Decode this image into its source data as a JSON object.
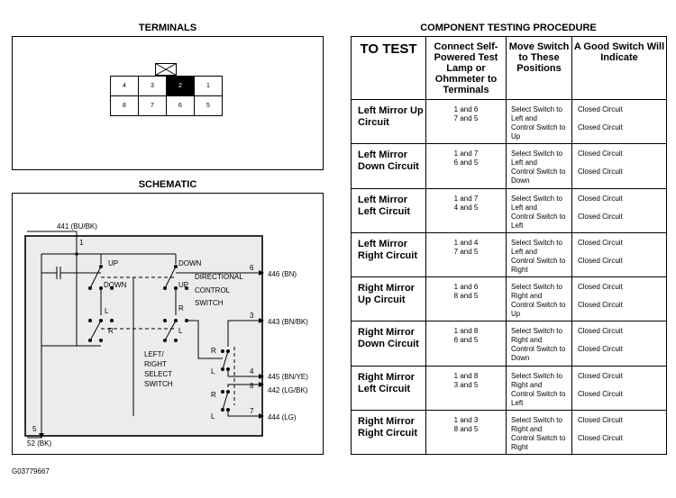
{
  "terminals": {
    "title": "TERMINALS",
    "top_row": [
      "4",
      "3",
      "2",
      "1"
    ],
    "bottom_row": [
      "8",
      "7",
      "6",
      "5"
    ],
    "highlighted": "2"
  },
  "schematic": {
    "title": "SCHEMATIC",
    "wires": {
      "w441": "441 (BU/BK)",
      "w446": "446 (BN)",
      "w443": "443 (BN/BK)",
      "w445": "445 (BN/YE)",
      "w442": "442 (LG/BK)",
      "w444": "444 (LG)",
      "w52": "52 (BK)"
    },
    "pins": {
      "p1": "1",
      "p6": "6",
      "p3": "3",
      "p4": "4",
      "p8": "8",
      "p7": "7",
      "p5": "5"
    },
    "labels": {
      "up1": "UP",
      "down1": "DOWN",
      "down2": "DOWN",
      "up2": "UP",
      "l1": "L",
      "r1": "R",
      "r2": "R",
      "l2": "L",
      "dir1": "DIRECTIONAL",
      "dir2": "CONTROL",
      "dir3": "SWITCH",
      "sel1": "LEFT/",
      "sel2": "RIGHT",
      "sel3": "SELECT",
      "sel4": "SWITCH",
      "r3": "R",
      "l3": "L",
      "r4": "R",
      "l4": "L"
    }
  },
  "procedure": {
    "title": "COMPONENT TESTING PROCEDURE",
    "headers": {
      "to_test": "TO TEST",
      "connect": "Connect Self-Powered Test Lamp or Ohmmeter to Terminals",
      "move": "Move Switch to These Positions",
      "indicate": "A Good Switch Will Indicate"
    },
    "rows": [
      {
        "test": "Left Mirror Up Circuit",
        "terminals": [
          "1 and 6",
          "7 and 5"
        ],
        "move": [
          "Select Switch to Left and",
          "Control Switch to Up"
        ],
        "indicate": [
          "Closed Circuit",
          "Closed Circuit"
        ]
      },
      {
        "test": "Left Mirror Down Circuit",
        "terminals": [
          "1 and 7",
          "6 and 5"
        ],
        "move": [
          "Select Switch to Left and",
          "Control Switch to Down"
        ],
        "indicate": [
          "Closed Circuit",
          "Closed Circuit"
        ]
      },
      {
        "test": "Left Mirror Left Circuit",
        "terminals": [
          "1 and 7",
          "4 and 5"
        ],
        "move": [
          "Select Switch to Left and",
          "Control Switch to Left"
        ],
        "indicate": [
          "Closed Circuit",
          "Closed Circuit"
        ]
      },
      {
        "test": "Left Mirror Right Circuit",
        "terminals": [
          "1 and 4",
          "7 and 5"
        ],
        "move": [
          "Select Switch to Left and",
          "Control Switch to Right"
        ],
        "indicate": [
          "Closed Circuit",
          "Closed Circuit"
        ]
      },
      {
        "test": "Right Mirror Up Circuit",
        "terminals": [
          "1 and 6",
          "8 and 5"
        ],
        "move": [
          "Select Switch to Right and",
          "Control Switch to Up"
        ],
        "indicate": [
          "Closed Circuit",
          "Closed Circuit"
        ]
      },
      {
        "test": "Right Mirror Down Circuit",
        "terminals": [
          "1 and 8",
          "6 and 5"
        ],
        "move": [
          "Select Switch to Right and",
          "Control Switch to Down"
        ],
        "indicate": [
          "Closed Circuit",
          "Closed Circuit"
        ]
      },
      {
        "test": "Right Mirror Left Circuit",
        "terminals": [
          "1 and 8",
          "3 and 5"
        ],
        "move": [
          "Select Switch to Right and",
          "Control Switch to Left"
        ],
        "indicate": [
          "Closed Circuit",
          "Closed Circuit"
        ]
      },
      {
        "test": "Right Mirror Right Circuit",
        "terminals": [
          "1 and 3",
          "8 and 5"
        ],
        "move": [
          "Select Switch to Right and",
          "Control Switch to Right"
        ],
        "indicate": [
          "Closed Circuit",
          "Closed Circuit"
        ]
      }
    ]
  },
  "figure_id": "G03779667"
}
